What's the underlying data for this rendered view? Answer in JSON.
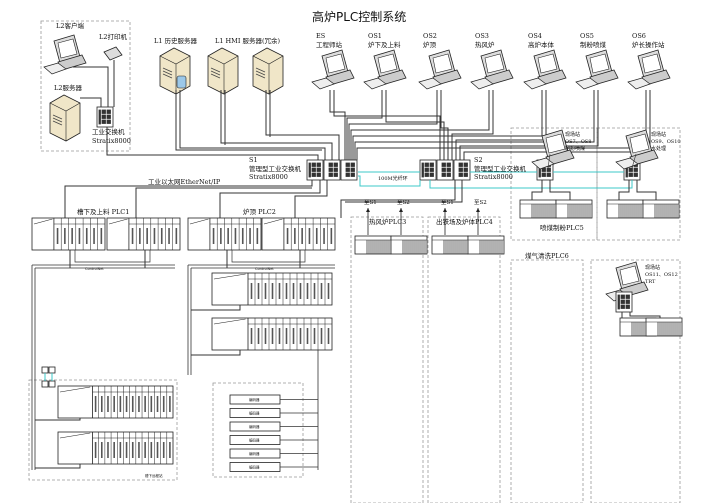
{
  "title": "高炉PLC控制系统",
  "l2": {
    "client": "L2客户端",
    "printer": "L2打印机",
    "server": "L2服务器",
    "switch_label": "工业交换机",
    "switch_model": "Stratix8000"
  },
  "l1": {
    "history_server": "L1 历史服务器",
    "hmi_server": "L1 HMI 服务器(冗余)"
  },
  "stations": [
    {
      "id": "ES",
      "name": "工程师站"
    },
    {
      "id": "OS1",
      "name": "炉下及上料"
    },
    {
      "id": "OS2",
      "name": "炉顶"
    },
    {
      "id": "OS3",
      "name": "热风炉"
    },
    {
      "id": "OS4",
      "name": "高炉本体"
    },
    {
      "id": "OS5",
      "name": "制粉喷煤"
    },
    {
      "id": "OS6",
      "name": "炉长操作站"
    }
  ],
  "s1": {
    "id": "S1",
    "label": "管理型工业交换机",
    "model": "Stratix8000"
  },
  "s2": {
    "id": "S2",
    "label": "管理型工业交换机",
    "model": "Stratix8000"
  },
  "fiber_ring": "100M光纤环",
  "ethernet": "工业以太网EtherNet/IP",
  "plcs": {
    "plc1": "槽下及上料 PLC1",
    "plc2": "炉顶 PLC2",
    "plc3": "热风炉PLC3",
    "plc4": "出铁场及炉体PLC4",
    "plc5": "喷煤制粉PLC5",
    "plc6": "煤气清洗PLC6"
  },
  "field_stations": {
    "fs1": [
      "现场站",
      "OS7、OS8",
      "制粉喷煤"
    ],
    "fs2": [
      "现场站",
      "OS9、OS10",
      "水处理"
    ],
    "fs3": [
      "现场站",
      "OS11、OS12",
      "TRT"
    ]
  },
  "to_s1": "至S1",
  "to_s2": "至S2",
  "controlnet": "ControlNet",
  "encoder": "编码器",
  "encoder_count": 6,
  "remote_rack_label": "槽下远程站",
  "colors": {
    "fiber": "#3cc8c8",
    "line": "#333333",
    "dashed": "#999999"
  }
}
